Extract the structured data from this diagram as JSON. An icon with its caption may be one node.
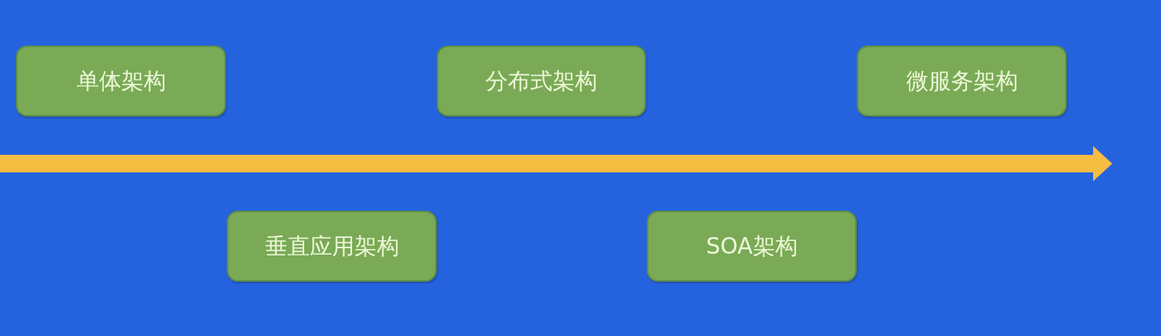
{
  "diagram": {
    "nodes": [
      {
        "text": [
          "单体架构"
        ]
      },
      {
        "text": [
          "垂直应用架构"
        ]
      },
      {
        "text": [
          "分布式架构"
        ]
      },
      {
        "text": [
          "SOA架构"
        ]
      },
      {
        "text": [
          "微服务架构"
        ]
      }
    ]
  }
}
